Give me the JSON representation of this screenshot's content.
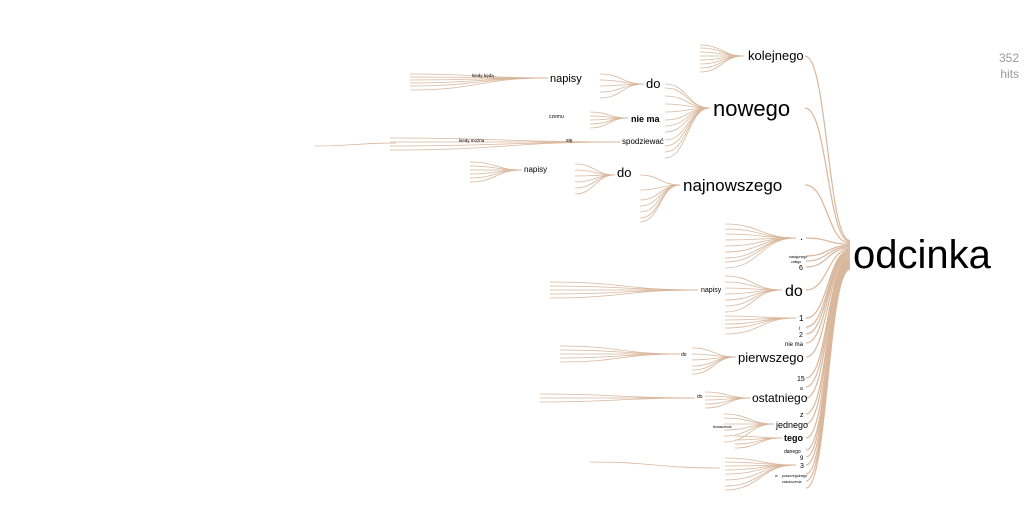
{
  "root": {
    "word": "odcinka"
  },
  "stats": {
    "count": "352",
    "unit": "hits"
  },
  "style": {
    "link_color": "#d9b79c",
    "text_color": "#000000",
    "faint_text_color": "#9a9a9a"
  },
  "branches": {
    "kolejnego": "kolejnego",
    "nowego": "nowego",
    "najnowszego": "najnowszego",
    "dot": ".",
    "do": "do",
    "pierwszego": "pierwszego",
    "ostatniego": "ostatniego",
    "jednego": "jednego",
    "tego": "tego",
    "danego": "danego",
    "one": "1",
    "two": "2",
    "nine": "9",
    "three": "3",
    "six": "6",
    "fifteen": "15",
    "z": "z",
    "nie_ma": "nie ma",
    "nastepnego": "następnego",
    "calego": "całego",
    "poszczegolnego": "poszczególnego",
    "zakonczenia": "zakończenia",
    "w": "w",
    "i": "i",
    "a": "a"
  },
  "sub": {
    "do_nowego": "do",
    "napisy_nowego": "napisy",
    "kiedy_beda": "kiedy będą",
    "nie_ma_nowego": "nie ma",
    "czemu": "czemu",
    "spodziewac": "spodziewać",
    "sie": "się",
    "kiedy_mozna": "kiedy można",
    "do_najnowszego": "do",
    "napisy_najnowszego": "napisy",
    "napisy_do": "napisy",
    "do_pierwszego": "do",
    "do_ostatniego": "do",
    "tlumaczenie": "tłumaczenie"
  }
}
